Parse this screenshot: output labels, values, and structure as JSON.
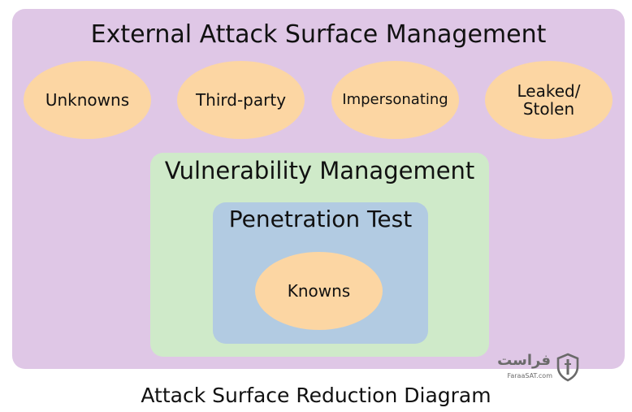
{
  "colors": {
    "outer_fill": "#dfc7e6",
    "vm_fill": "#cfeac9",
    "pt_fill": "#b2cbe2",
    "ellipse_fill": "#fcd6a3",
    "logo_color": "#6a6a6a"
  },
  "outer": {
    "title": "External Attack Surface Management",
    "items": [
      {
        "label": "Unknowns"
      },
      {
        "label": "Third-party"
      },
      {
        "label": "Impersonating"
      },
      {
        "label": "Leaked/\nStolen"
      }
    ]
  },
  "vulnerability_management": {
    "title": "Vulnerability Management"
  },
  "penetration_test": {
    "title": "Penetration Test",
    "item": {
      "label": "Knowns"
    }
  },
  "caption": "Attack Surface Reduction Diagram",
  "watermark": {
    "arabic": "فراست",
    "latin": "FaraaSAT.com",
    "icon": "shield-icon"
  }
}
